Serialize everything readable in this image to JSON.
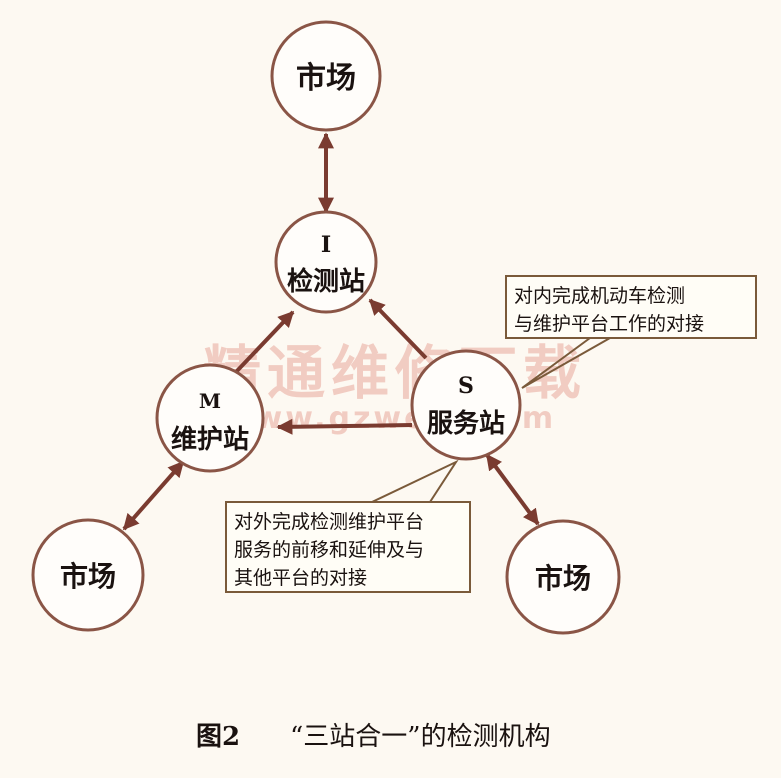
{
  "nodes": {
    "market_top": {
      "label": "市场"
    },
    "inspection": {
      "code": "I",
      "label": "检测站"
    },
    "maintenance": {
      "code": "M",
      "label": "维护站"
    },
    "service": {
      "code": "S",
      "label": "服务站"
    },
    "market_left": {
      "label": "市场"
    },
    "market_right": {
      "label": "市场"
    }
  },
  "callouts": {
    "internal": {
      "lines": [
        "对内完成机动车检测",
        "与维护平台工作的对接"
      ]
    },
    "external": {
      "lines": [
        "对外完成检测维护平台",
        "服务的前移和延伸及与",
        "其他平台的对接"
      ]
    }
  },
  "watermark": {
    "title": "精通维修下载",
    "url": "www.gzweix.com"
  },
  "caption": {
    "figure_number": "图2",
    "title": "“三站合一”的检测机构"
  },
  "colors": {
    "link": "#7a3b30",
    "node_border": "#8a5546",
    "watermark": "#e9a89b"
  }
}
